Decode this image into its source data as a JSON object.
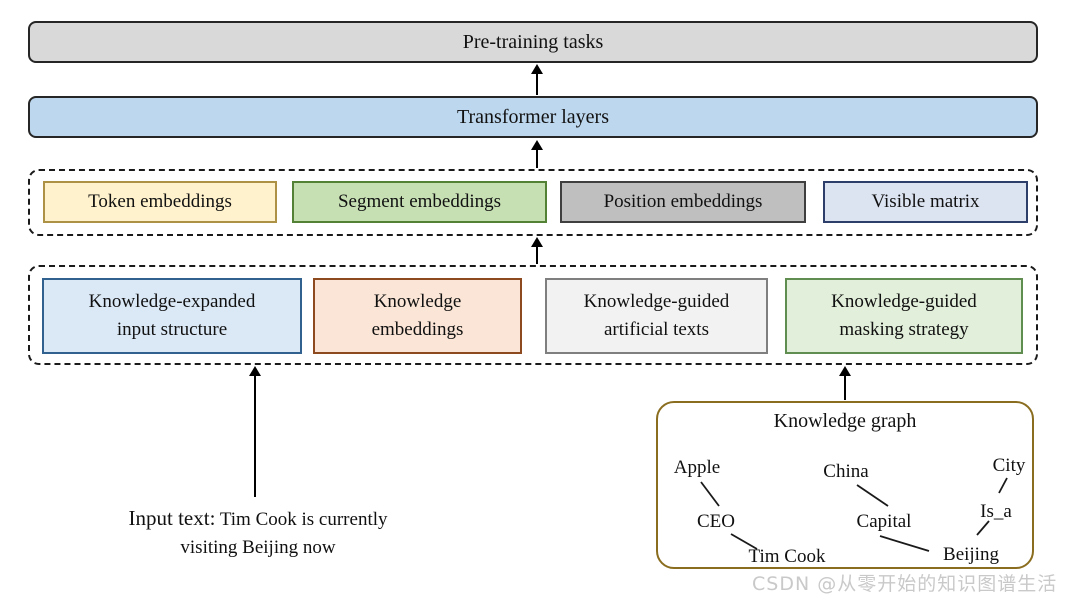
{
  "main_boxes": {
    "pretraining": {
      "label": "Pre-training tasks",
      "fill": "#d9d9d9",
      "border": "#262626"
    },
    "transformer": {
      "label": "Transformer layers",
      "fill": "#bdd7ee",
      "border": "#262626"
    }
  },
  "embedding_row": {
    "boxes": [
      {
        "label": "Token embeddings",
        "fill": "#fff2cc",
        "border": "#ad9245"
      },
      {
        "label": "Segment embeddings",
        "fill": "#c6e0b4",
        "border": "#538135"
      },
      {
        "label": "Position embeddings",
        "fill": "#bfbfbf",
        "border": "#3f3f3f"
      },
      {
        "label": "Visible matrix",
        "fill": "#dce3f1",
        "border": "#2e3e6b"
      }
    ]
  },
  "knowledge_row": {
    "boxes": [
      {
        "label": "Knowledge-expanded input structure",
        "line1": "Knowledge-expanded",
        "line2": "input structure",
        "fill": "#dbe9f7",
        "border": "#31618f"
      },
      {
        "label": "Knowledge embeddings",
        "line1": "Knowledge",
        "line2": "embeddings",
        "fill": "#fbe5d6",
        "border": "#8e4a1f"
      },
      {
        "label": "Knowledge-guided artificial texts",
        "line1": "Knowledge-guided",
        "line2": "artificial texts",
        "fill": "#f2f2f2",
        "border": "#7f7f7f"
      },
      {
        "label": "Knowledge-guided masking strategy",
        "line1": "Knowledge-guided",
        "line2": "masking strategy",
        "fill": "#e2efda",
        "border": "#5f8e50"
      }
    ]
  },
  "input_text": {
    "prefix": "Input text:",
    "line1": "Tim Cook is currently",
    "line2": "visiting Beijing now"
  },
  "knowledge_graph": {
    "title": "Knowledge graph",
    "border_color": "#8a6d1f",
    "nodes": [
      {
        "label": "Apple"
      },
      {
        "label": "China"
      },
      {
        "label": "City"
      },
      {
        "label": "CEO"
      },
      {
        "label": "Capital"
      },
      {
        "label": "Is_a"
      },
      {
        "label": "Tim Cook"
      },
      {
        "label": "Beijing"
      }
    ],
    "edges": [
      [
        "Apple",
        "CEO"
      ],
      [
        "CEO",
        "Tim Cook"
      ],
      [
        "China",
        "Capital"
      ],
      [
        "Capital",
        "Beijing"
      ],
      [
        "City",
        "Is_a"
      ],
      [
        "Is_a",
        "Beijing"
      ]
    ]
  },
  "watermark": "CSDN @从零开始的知识图谱生活"
}
